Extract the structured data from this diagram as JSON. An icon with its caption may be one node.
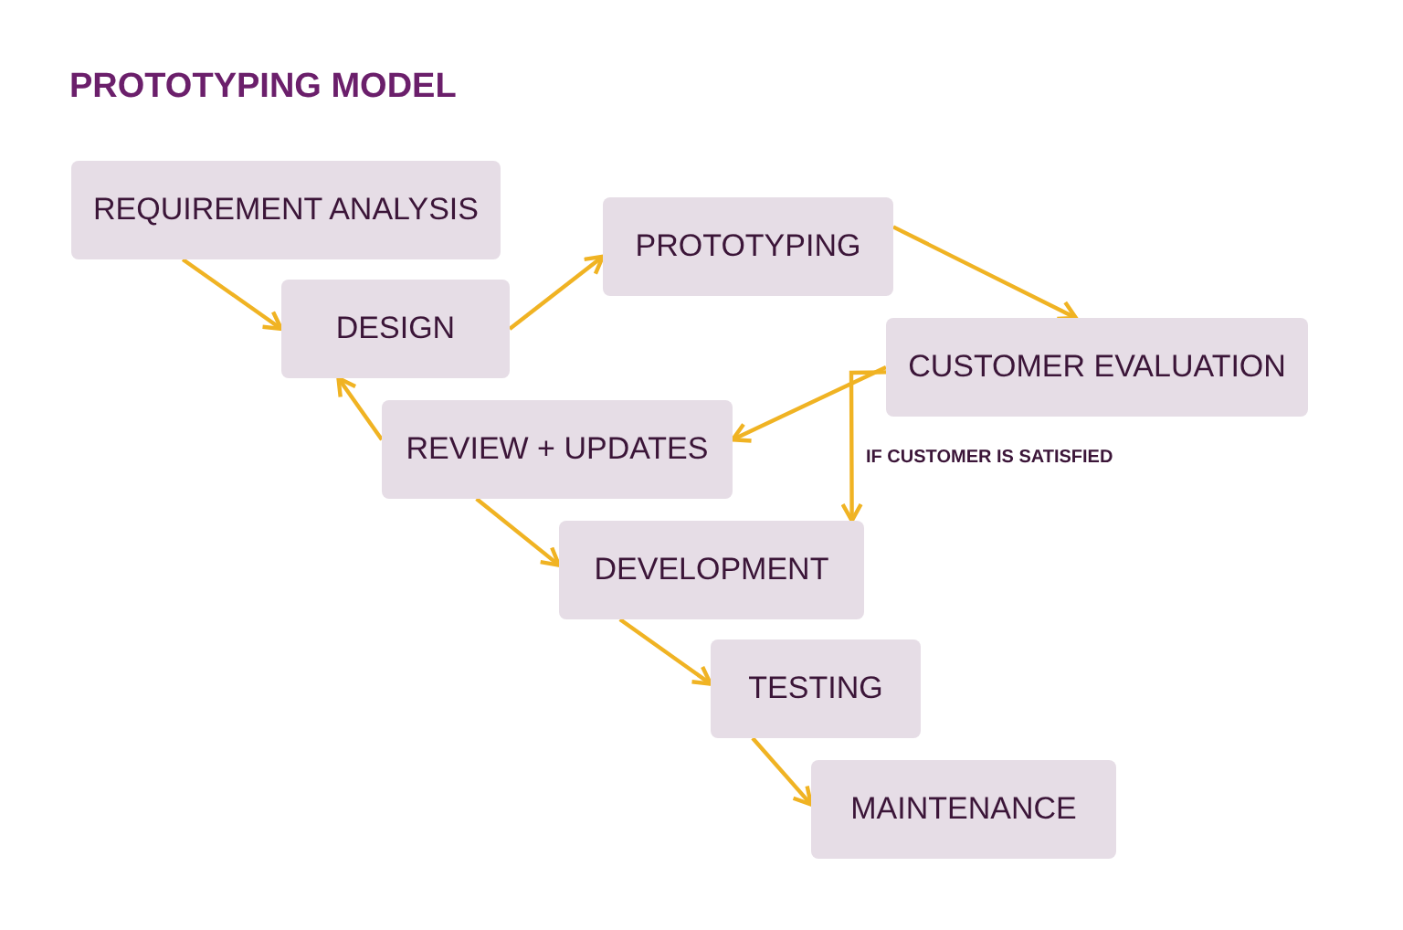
{
  "diagram": {
    "title": "PROTOTYPING MODEL",
    "nodes": [
      {
        "text": [
          "REQUIREMENT ANALYSIS"
        ]
      },
      {
        "text": [
          "DESIGN"
        ]
      },
      {
        "text": [
          "PROTOTYPING"
        ]
      },
      {
        "text": [
          "CUSTOMER EVALUATION"
        ]
      },
      {
        "text": [
          "REVIEW + UPDATES"
        ]
      },
      {
        "text": [
          "DEVELOPMENT"
        ]
      },
      {
        "text": [
          "TESTING"
        ]
      },
      {
        "text": [
          "MAINTENANCE"
        ]
      }
    ],
    "edges": [
      {
        "from": 0,
        "to": 1,
        "arrow": "to"
      },
      {
        "from": 1,
        "to": 2,
        "arrow": "to"
      },
      {
        "from": 2,
        "to": 3,
        "arrow": "to"
      },
      {
        "from": 3,
        "to": 4,
        "arrow": "to"
      },
      {
        "from": 3,
        "to": 5,
        "arrow": "to",
        "label": "IF CUSTOMER IS SATISFIED"
      },
      {
        "from": 4,
        "to": 1,
        "arrow": "to"
      },
      {
        "from": 4,
        "to": 5,
        "arrow": "to"
      },
      {
        "from": 5,
        "to": 6,
        "arrow": "to"
      },
      {
        "from": 6,
        "to": 7,
        "arrow": "to"
      }
    ]
  }
}
